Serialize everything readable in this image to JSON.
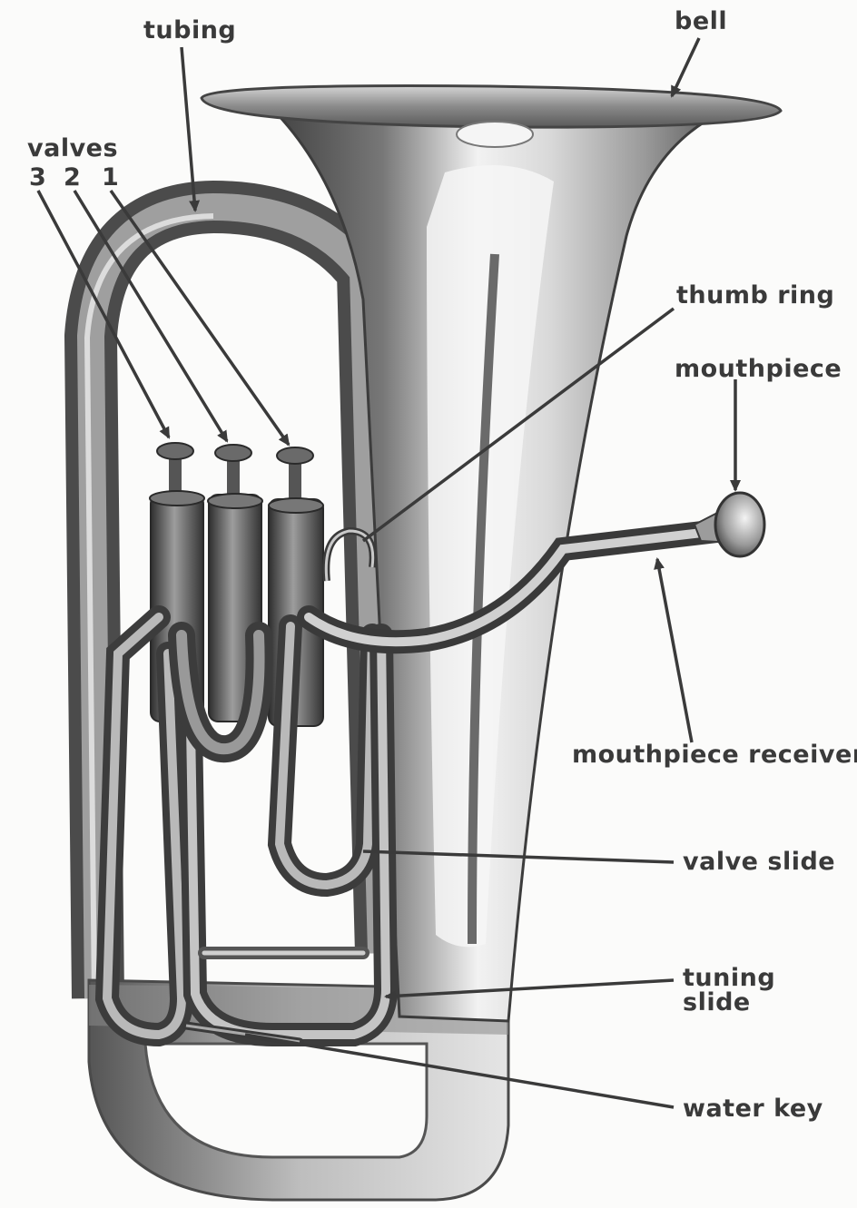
{
  "colors": {
    "ink": "#3a3a3a",
    "metal_dark": "#4a4a4a",
    "metal_mid": "#8c8c8c",
    "metal_light": "#e8e8e8",
    "background": "#fbfbfa"
  },
  "labels": {
    "tubing": "tubing",
    "bell": "bell",
    "valves": "valves",
    "valve_3": "3",
    "valve_2": "2",
    "valve_1": "1",
    "thumb_ring": "thumb ring",
    "mouthpiece": "mouthpiece",
    "mouthpiece_receiver": "mouthpiece receiver",
    "valve_slide": "valve slide",
    "tuning_slide_line1": "tuning",
    "tuning_slide_line2": "slide",
    "water_key": "water key"
  }
}
